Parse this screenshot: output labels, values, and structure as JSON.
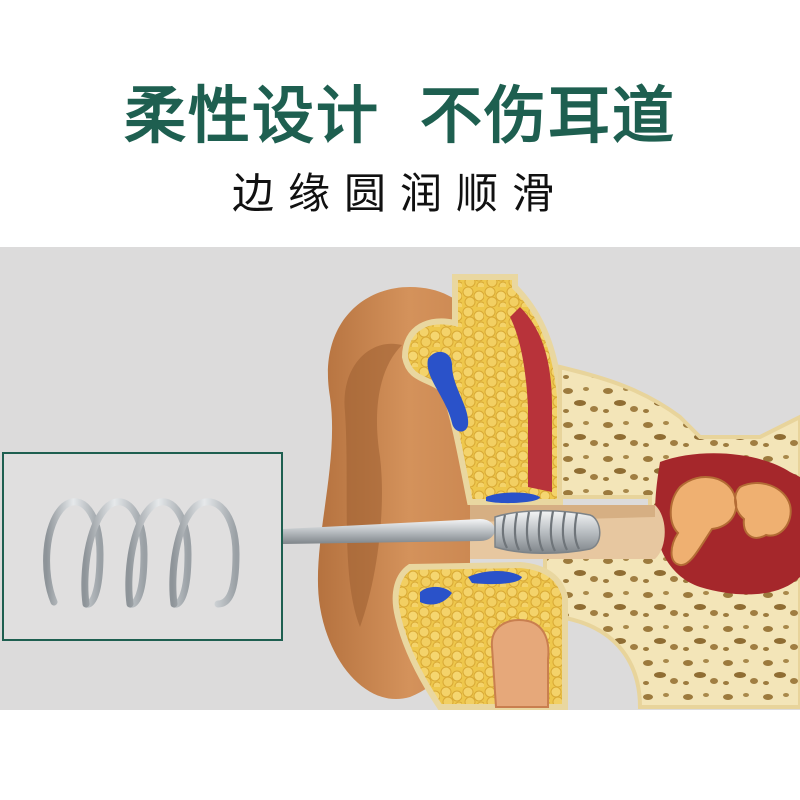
{
  "headline": {
    "part1": "柔性设计",
    "part2": "不伤耳道"
  },
  "subline": "边缘圆润顺滑",
  "colors": {
    "headline": "#1e5f50",
    "subline": "#111111",
    "background": "#ffffff",
    "scene_bg": "#dcdbdb",
    "ear_skin": "#c98a55",
    "cartilage": "#ecc24a",
    "bone": "#f1e3b4",
    "blood": "#b8333a",
    "vessel": "#2a52c9",
    "steel": "#c9cdd0",
    "inset_border": "#1e5f50"
  },
  "icons": {
    "scene": "ear-anatomy-illustration",
    "tool": "spiral-ear-pick-icon",
    "spring": "spring-coil-icon"
  }
}
